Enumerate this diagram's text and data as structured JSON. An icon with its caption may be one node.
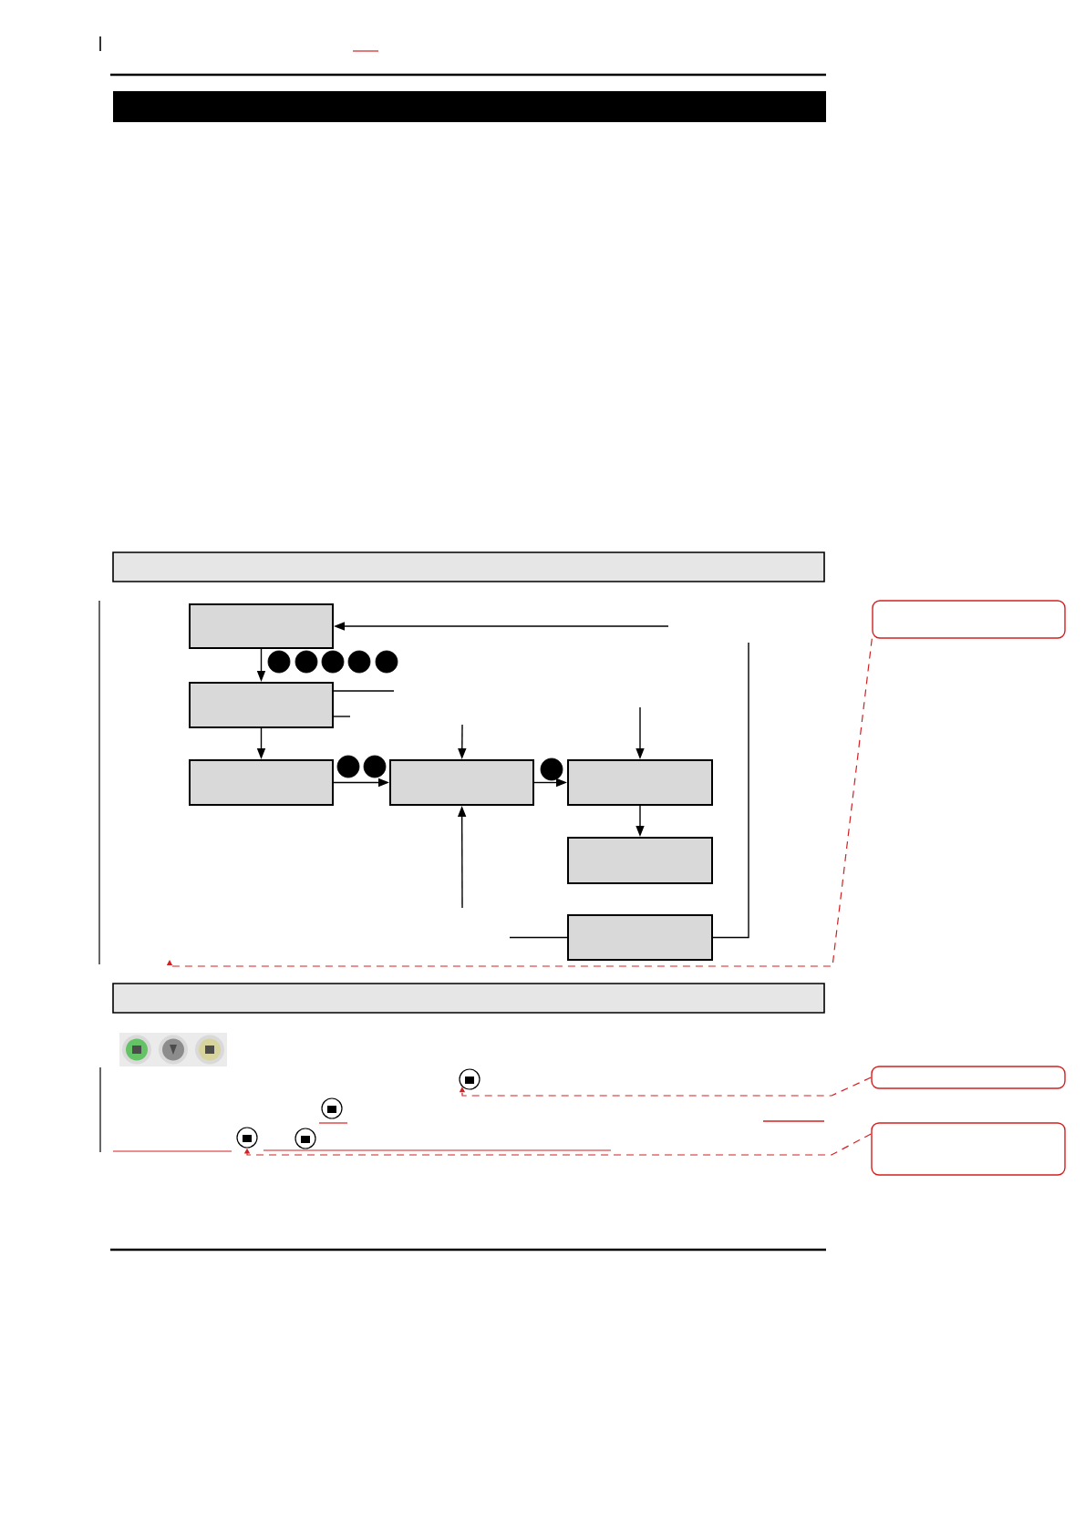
{
  "diagram": {
    "nodes": [
      {
        "text": [],
        "shape": "box"
      },
      {
        "text": [],
        "shape": "circle"
      },
      {
        "text": [],
        "shape": "circle"
      },
      {
        "text": [],
        "shape": "circle"
      },
      {
        "text": [],
        "shape": "circle"
      },
      {
        "text": [],
        "shape": "circle"
      },
      {
        "text": [],
        "shape": "box"
      },
      {
        "text": [],
        "shape": "box"
      },
      {
        "text": [],
        "shape": "circle"
      },
      {
        "text": [],
        "shape": "circle"
      },
      {
        "text": [],
        "shape": "box"
      },
      {
        "text": [],
        "shape": "circle"
      },
      {
        "text": [],
        "shape": "box"
      },
      {
        "text": [],
        "shape": "box"
      },
      {
        "text": [],
        "shape": "box"
      },
      {
        "text": [],
        "shape": "box"
      },
      {
        "text": [],
        "shape": "box"
      },
      {
        "text": [],
        "shape": "box"
      },
      {
        "text": [],
        "shape": "picture"
      },
      {
        "text": [],
        "shape": "picture"
      },
      {
        "text": [],
        "shape": "bar"
      },
      {
        "text": [],
        "shape": "bar"
      }
    ],
    "edges": [
      {
        "from": 0,
        "to": 6,
        "arrow": "to"
      },
      {
        "from": 6,
        "to": 7,
        "arrow": "to"
      },
      {
        "from": 7,
        "to": 10,
        "arrow": "to"
      },
      {
        "from": 10,
        "to": 12,
        "arrow": "to"
      },
      {
        "from": 12,
        "to": 13,
        "arrow": "to"
      },
      {
        "from": null,
        "to": 0,
        "arrow": "to"
      },
      {
        "from": null,
        "to": 10,
        "arrow": "to"
      },
      {
        "from": null,
        "to": 12,
        "arrow": "to"
      },
      {
        "from": null,
        "to": 10,
        "arrow": "to"
      },
      {
        "from": 6,
        "to": null,
        "arrow": "none"
      },
      {
        "from": 6,
        "to": null,
        "arrow": "none"
      },
      {
        "from": null,
        "to": 14,
        "arrow": "none"
      },
      {
        "from": 14,
        "to": null,
        "arrow": "none"
      },
      {
        "from": 15,
        "to": null,
        "arrow": "to",
        "style": "dashed",
        "color": "#d42020"
      },
      {
        "from": 16,
        "to": 18,
        "arrow": "to",
        "style": "dashed",
        "color": "#d42020"
      },
      {
        "from": 17,
        "to": 19,
        "arrow": "to",
        "style": "dashed",
        "color": "#d42020"
      }
    ]
  }
}
